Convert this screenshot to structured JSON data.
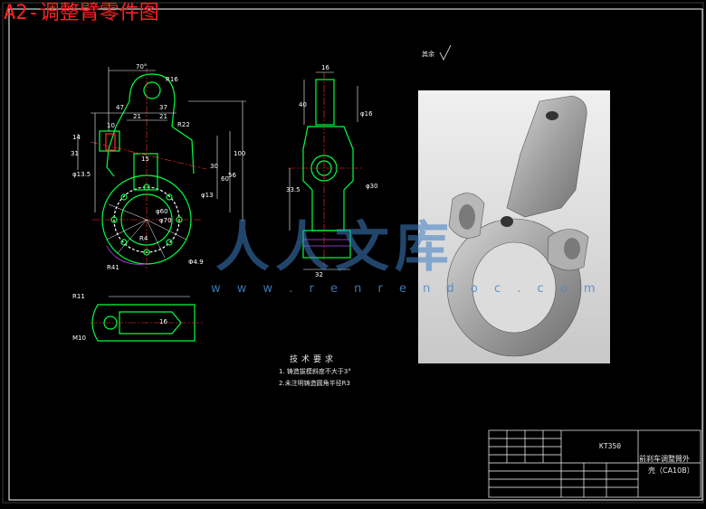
{
  "title": "A2-调整臂零件图",
  "watermark": {
    "chinese": "人人文库",
    "url": "w w w . r e n r e n d o c . c o m"
  },
  "roughness_note": "其余",
  "technical_requirements": {
    "title": "技术要求",
    "items": [
      "1. 铸造拔模斜度不大于3°",
      "2.未注明铸造圆角半径R3"
    ]
  },
  "title_block": {
    "code": "KT350",
    "part_name_line1": "前刹车调整臂外",
    "part_name_line2": "壳（CA10B）"
  },
  "dimensions": {
    "front_view": [
      "70°",
      "R16",
      "47",
      "37",
      "21",
      "21",
      "R22",
      "10",
      "14",
      "31",
      "φ13.5",
      "15",
      "30",
      "60",
      "100",
      "56",
      "φ13",
      "φ60",
      "φ70",
      "R41",
      "R4",
      "Φ4.9"
    ],
    "side_view": [
      "16",
      "40",
      "φ16",
      "φ30",
      "33.5",
      "32"
    ],
    "section_view": [
      "R11",
      "M10",
      "16"
    ]
  },
  "colors": {
    "outline": "#00ff40",
    "dimension": "#ffffff",
    "center_line": "#ff3030",
    "hatch": "#c040ff",
    "leader": "#ffffff",
    "title_red": "#ff2020",
    "watermark": "#3f7fc4"
  }
}
